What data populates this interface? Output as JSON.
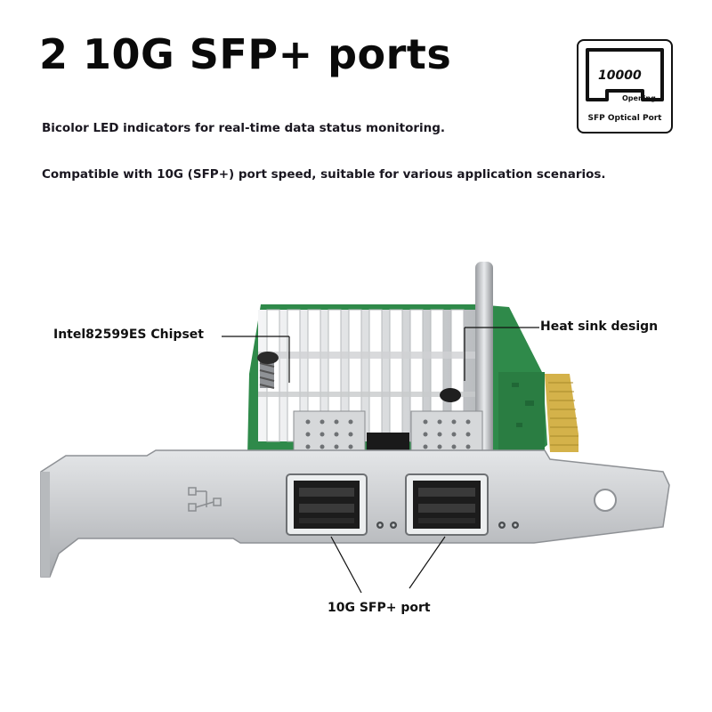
{
  "headline": "2 10G SFP+ ports",
  "features": [
    "Bicolor LED indicators for real-time data status monitoring.",
    "Compatible with 10G (SFP+) port speed, suitable for various application scenarios."
  ],
  "badge": {
    "speed": "10000",
    "opening": "Opening",
    "port_type": "SFP Optical Port"
  },
  "callouts": {
    "chipset": "Intel82599ES Chipset",
    "heatsink": "Heat sink design",
    "port": "10G SFP+ port"
  },
  "colors": {
    "pcb": "#2f8a4a",
    "gold_contacts": "#d4b24a",
    "bracket": "#c9cbce",
    "heatsink": "#e3e5e7"
  }
}
